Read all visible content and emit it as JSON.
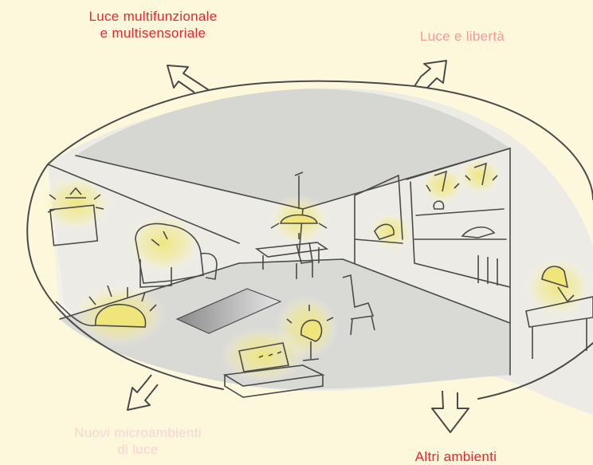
{
  "labels": {
    "top_left": [
      "Luce multifunzionale",
      "e multisensoriale"
    ],
    "top_right": [
      "Luce e libertà"
    ],
    "bottom_left": [
      "Nuovi microambienti",
      "di luce"
    ],
    "bottom_right": [
      "Altri ambienti"
    ]
  },
  "colors": {
    "background": "#fdf8dc",
    "line": "#4a4a4a",
    "glow": "#f3ec9a",
    "label_strong": "#e8262f",
    "label_mid": "#f39a9c",
    "label_faint": "#fbd3d5"
  }
}
